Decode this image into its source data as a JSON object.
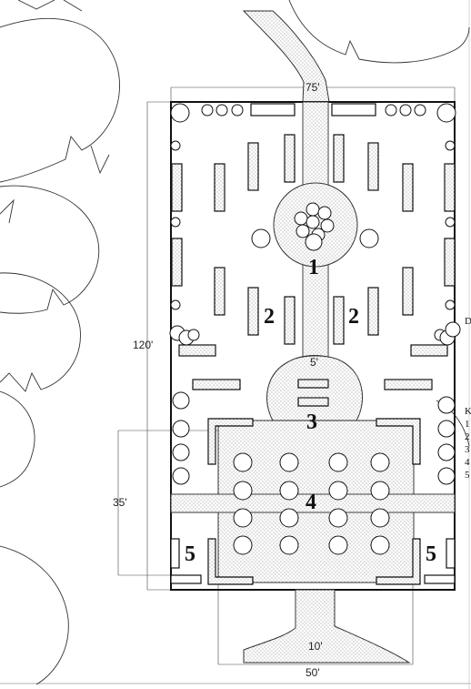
{
  "dimensions": {
    "top_width": "75'",
    "height": "120'",
    "path_width": "5'",
    "side_offset": "35'",
    "entry_width": "10'",
    "bottom_width": "50'"
  },
  "zone_labels": {
    "zone1": "1",
    "zone2_left": "2",
    "zone2_right": "2",
    "zone3": "3",
    "zone4": "4",
    "zone5_left": "5",
    "zone5_right": "5"
  },
  "side_text": {
    "d": "D",
    "key": "K",
    "key_items": [
      "1",
      "2",
      "3",
      "4",
      "5"
    ]
  },
  "colors": {
    "line": "#111111",
    "pavement_dots": "#777777",
    "background": "#ffffff"
  }
}
